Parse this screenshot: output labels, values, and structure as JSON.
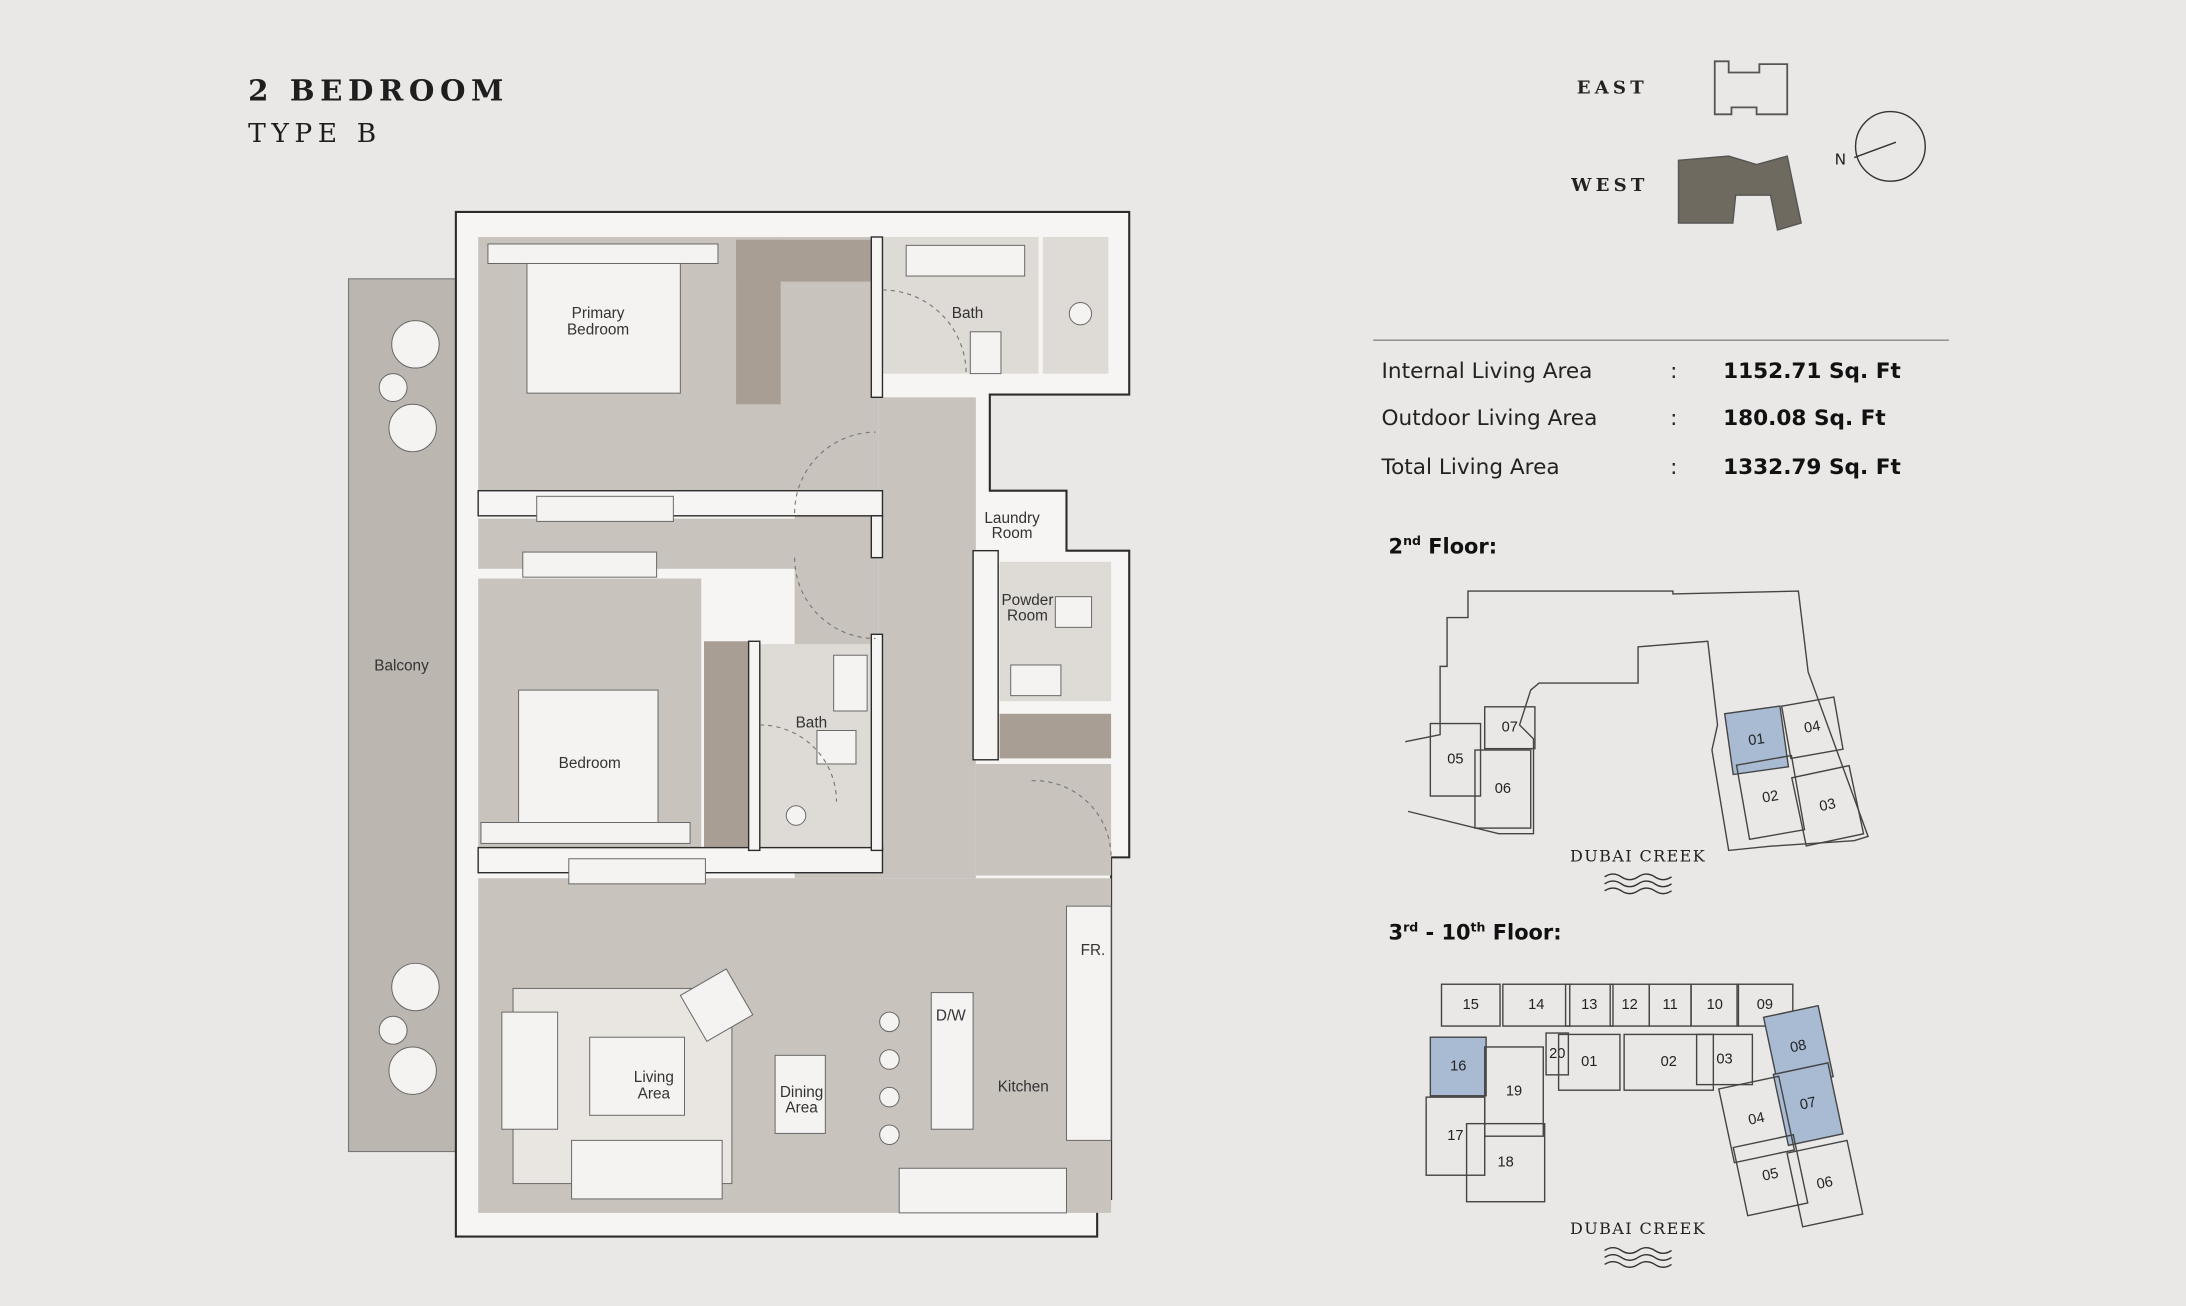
{
  "header": {
    "title": "2 BEDROOM",
    "subtitle": "TYPE B"
  },
  "orientation": {
    "east_label": "EAST",
    "west_label": "WEST",
    "north_label": "N"
  },
  "rooms": {
    "primary_bedroom": [
      "Primary",
      "Bedroom"
    ],
    "bath_1": "Bath",
    "laundry": [
      "Laundry",
      "Room"
    ],
    "powder": [
      "Powder",
      "Room"
    ],
    "balcony": "Balcony",
    "bedroom": "Bedroom",
    "bath_2": "Bath",
    "fridge": "FR.",
    "dishwasher": "D/W",
    "kitchen": "Kitchen",
    "living": [
      "Living",
      "Area"
    ],
    "dining": [
      "Dining",
      "Area"
    ]
  },
  "areas": [
    {
      "label": "Internal Living Area",
      "sep": ":",
      "value": "1152.71 Sq. Ft"
    },
    {
      "label": "Outdoor Living Area",
      "sep": ":",
      "value": "180.08 Sq. Ft"
    },
    {
      "label": "Total Living Area",
      "sep": ":",
      "value": "1332.79 Sq. Ft"
    }
  ],
  "floor_2": {
    "heading": "2",
    "heading_sup": "nd",
    "heading_rest": " Floor:",
    "caption": "DUBAI CREEK",
    "units": [
      {
        "label": "05",
        "highlighted": false
      },
      {
        "label": "07",
        "highlighted": false
      },
      {
        "label": "06",
        "highlighted": false
      },
      {
        "label": "01",
        "highlighted": true
      },
      {
        "label": "04",
        "highlighted": false
      },
      {
        "label": "02",
        "highlighted": false
      },
      {
        "label": "03",
        "highlighted": false
      }
    ]
  },
  "floor_3_10": {
    "heading": "3",
    "heading_sup": "rd",
    "heading_mid": " - 10",
    "heading_sup2": "th",
    "heading_rest": " Floor:",
    "caption": "DUBAI CREEK",
    "units": [
      {
        "label": "15",
        "highlighted": false
      },
      {
        "label": "14",
        "highlighted": false
      },
      {
        "label": "13",
        "highlighted": false
      },
      {
        "label": "12",
        "highlighted": false
      },
      {
        "label": "11",
        "highlighted": false
      },
      {
        "label": "10",
        "highlighted": false
      },
      {
        "label": "09",
        "highlighted": false
      },
      {
        "label": "16",
        "highlighted": true
      },
      {
        "label": "20",
        "highlighted": false
      },
      {
        "label": "01",
        "highlighted": false
      },
      {
        "label": "02",
        "highlighted": false
      },
      {
        "label": "03",
        "highlighted": false
      },
      {
        "label": "08",
        "highlighted": true
      },
      {
        "label": "07",
        "highlighted": true
      },
      {
        "label": "19",
        "highlighted": false
      },
      {
        "label": "17",
        "highlighted": false
      },
      {
        "label": "18",
        "highlighted": false
      },
      {
        "label": "04",
        "highlighted": false
      },
      {
        "label": "05",
        "highlighted": false
      },
      {
        "label": "06",
        "highlighted": false
      }
    ]
  },
  "colors": {
    "background": "#e9e8e6",
    "floor": "#c8c3bd",
    "balcony": "#bbb6b0",
    "joinery": "#a99e94",
    "highlight": "#a8bbd2",
    "wall_stroke": "#2b2b2b"
  }
}
